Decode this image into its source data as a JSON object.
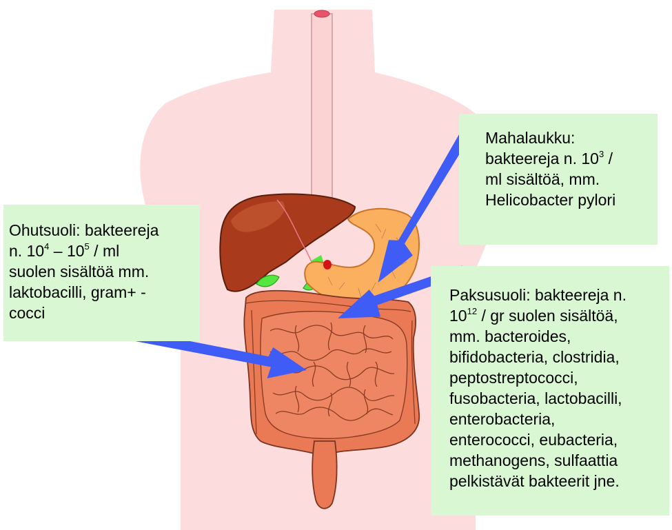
{
  "colors": {
    "body_silhouette": "#fcdcdc",
    "callout_background": "#d8f7d2",
    "arrow": "#3f5cf6",
    "liver": "#a93a1c",
    "stomach": "#fbb060",
    "intestine": "#ea7a55",
    "gallbladder": "#55e640"
  },
  "callouts": {
    "stomach": {
      "lines": [
        "Mahalaukku:",
        "bakteereja n. 10",
        "3",
        " /",
        "ml sisältöä, mm.",
        "Helicobacter pylori"
      ]
    },
    "small_intestine": {
      "lines": [
        "Ohutsuoli: bakteereja",
        "n. 10",
        "4",
        " – 10",
        "5",
        " / ml",
        "suolen sisältöä mm.",
        "laktobacilli, gram+ -",
        "cocci"
      ]
    },
    "large_intestine": {
      "lines": [
        "Paksusuoli: bakteereja n.",
        "10",
        "12",
        " / gr suolen sisältöä,",
        "mm. bacteroides,",
        "bifidobacteria, clostridia,",
        "peptostreptococci,",
        "fusobacteria, lactobacilli,",
        "enterobacteria,",
        "enterococci, eubacteria,",
        "methanogens, sulfaattia",
        "pelkistävät bakteerit jne."
      ]
    }
  }
}
